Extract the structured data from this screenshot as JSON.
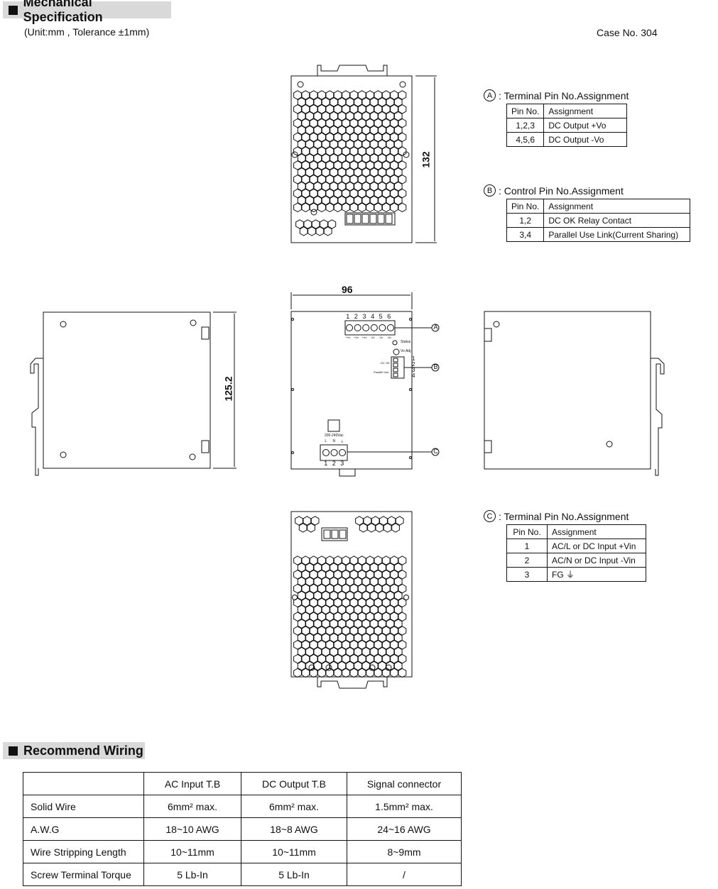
{
  "header": {
    "title": "Mechanical Specification",
    "unit_note": "(Unit:mm , Tolerance ±1mm)",
    "case_no": "Case No. 304"
  },
  "dims": {
    "height": "132",
    "width": "96",
    "depth": "125.2"
  },
  "front_labels": {
    "dc_pins": [
      "1",
      "2",
      "3",
      "4",
      "5",
      "6"
    ],
    "dc_pin_marks": [
      "+Vo",
      "+Vo",
      "+Vo",
      "-Vo",
      "-Vo",
      "-Vo"
    ],
    "status": "Status",
    "vo_adj": "Vo Adj.",
    "dc_ok": "DC OK",
    "parallel_use": "Parallel Use",
    "ctrl_pins": [
      "1",
      "2",
      "3",
      "4"
    ],
    "ac_rating": "200-240Vac",
    "ac_marks": [
      "L",
      "N",
      "⏚"
    ],
    "ac_pins": [
      "1",
      "2",
      "3"
    ],
    "callouts": [
      "A",
      "B",
      "C"
    ]
  },
  "table_a": {
    "letter": "A",
    "title": ":  Terminal Pin No.Assignment",
    "headers": [
      "Pin No.",
      "Assignment"
    ],
    "rows": [
      [
        "1,2,3",
        "DC Output +Vo"
      ],
      [
        "4,5,6",
        "DC Output -Vo"
      ]
    ]
  },
  "table_b": {
    "letter": "B",
    "title": ":  Control Pin No.Assignment",
    "headers": [
      "Pin No.",
      "Assignment"
    ],
    "rows": [
      [
        "1,2",
        "DC OK Relay Contact"
      ],
      [
        "3,4",
        "Parallel Use Link(Current Sharing)"
      ]
    ]
  },
  "table_c": {
    "letter": "C",
    "title": ":  Terminal Pin No.Assignment",
    "headers": [
      "Pin No.",
      "Assignment"
    ],
    "rows": [
      [
        "1",
        "AC/L  or DC Input +Vin"
      ],
      [
        "2",
        "AC/N or DC Input -Vin"
      ],
      [
        "3",
        "FG ⏚"
      ]
    ]
  },
  "wiring": {
    "title": "Recommend Wiring",
    "headers": [
      "",
      "AC Input T.B",
      "DC Output T.B",
      "Signal connector"
    ],
    "rows": [
      [
        "Solid Wire",
        "6mm² max.",
        "6mm² max.",
        "1.5mm² max."
      ],
      [
        "A.W.G",
        "18~10 AWG",
        "18~8 AWG",
        "24~16 AWG"
      ],
      [
        "Wire Stripping Length",
        "10~11mm",
        "10~11mm",
        "8~9mm"
      ],
      [
        "Screw Terminal Torque",
        "5 Lb-In",
        "5 Lb-In",
        "/"
      ]
    ]
  }
}
